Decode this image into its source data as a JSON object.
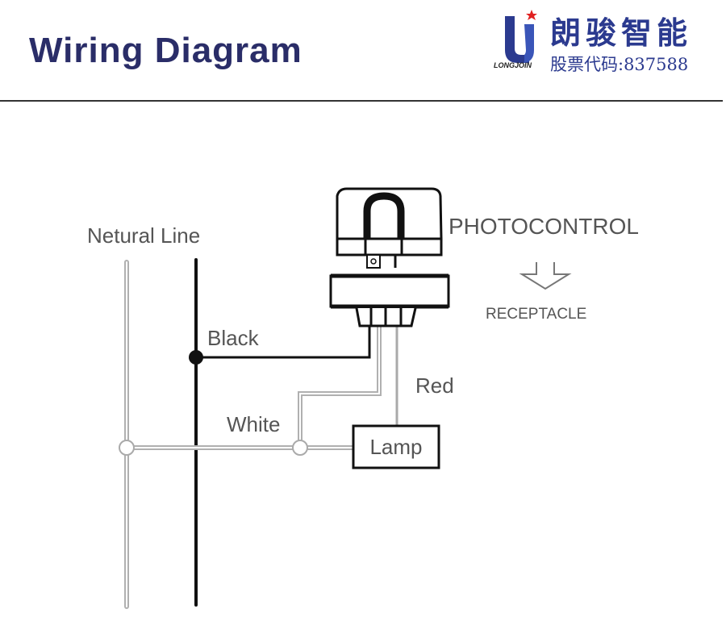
{
  "header": {
    "title": "Wiring Diagram",
    "logo": {
      "company_cn": "朗骏智能",
      "brand": "LONGJOIN",
      "stock_label": "股票代码:837588",
      "icon": "longjoin-u-star-logo",
      "colors": {
        "primary": "#2b3a8f",
        "star": "#e02020"
      }
    }
  },
  "diagram": {
    "labels": {
      "neutral_line": "Netural Line",
      "photocontrol": "PHOTOCONTROL",
      "receptacle": "RECEPTACLE",
      "black": "Black",
      "white": "White",
      "red": "Red",
      "lamp": "Lamp"
    },
    "icons": {
      "photocontrol": "photocontrol-device-icon",
      "receptacle_arrow": "down-arrow-icon"
    },
    "colors": {
      "title": "#2a2d68",
      "line_wire": "#111111",
      "neutral_wire": "#b5b5b5",
      "label": "#555555"
    }
  }
}
